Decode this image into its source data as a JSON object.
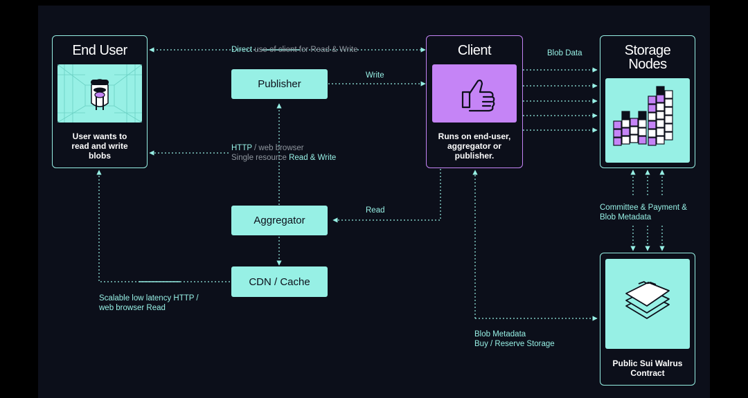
{
  "nodes": {
    "end_user": {
      "title": "End User",
      "caption": "User wants to read and write blobs"
    },
    "client": {
      "title": "Client",
      "caption": "Runs on end-user, aggregator or publisher."
    },
    "storage": {
      "title_line1": "Storage",
      "title_line2": "Nodes"
    },
    "publisher": {
      "label": "Publisher"
    },
    "aggregator": {
      "label": "Aggregator"
    },
    "cdn": {
      "label": "CDN / Cache"
    },
    "contract": {
      "caption": "Public Sui Walrus Contract"
    }
  },
  "edges": {
    "direct": {
      "strong": "Direct",
      "rest": " use of client for Read & Write"
    },
    "write": "Write",
    "blob_data": "Blob Data",
    "http_line1": {
      "strong": "HTTP",
      "rest": " / web browser"
    },
    "http_line2": {
      "rest": "Single resource ",
      "strong": "Read & Write"
    },
    "read": "Read",
    "committee_line1": "Committee & Payment &",
    "committee_line2": "Blob Metadata",
    "scalable_line1": "Scalable low latency HTTP /",
    "scalable_line2": "web browser Read",
    "blob_meta_line1": "Blob Metadata",
    "blob_meta_line2": "Buy / Reserve Storage"
  },
  "colors": {
    "background": "#0c0f1a",
    "accent_teal": "#97f0e5",
    "accent_purple": "#c584f6",
    "muted_text": "#8f969e"
  },
  "icons": [
    "walrus-icon",
    "thumbs-up-icon",
    "storage-cubes-icon",
    "stacked-sheets-icon"
  ]
}
